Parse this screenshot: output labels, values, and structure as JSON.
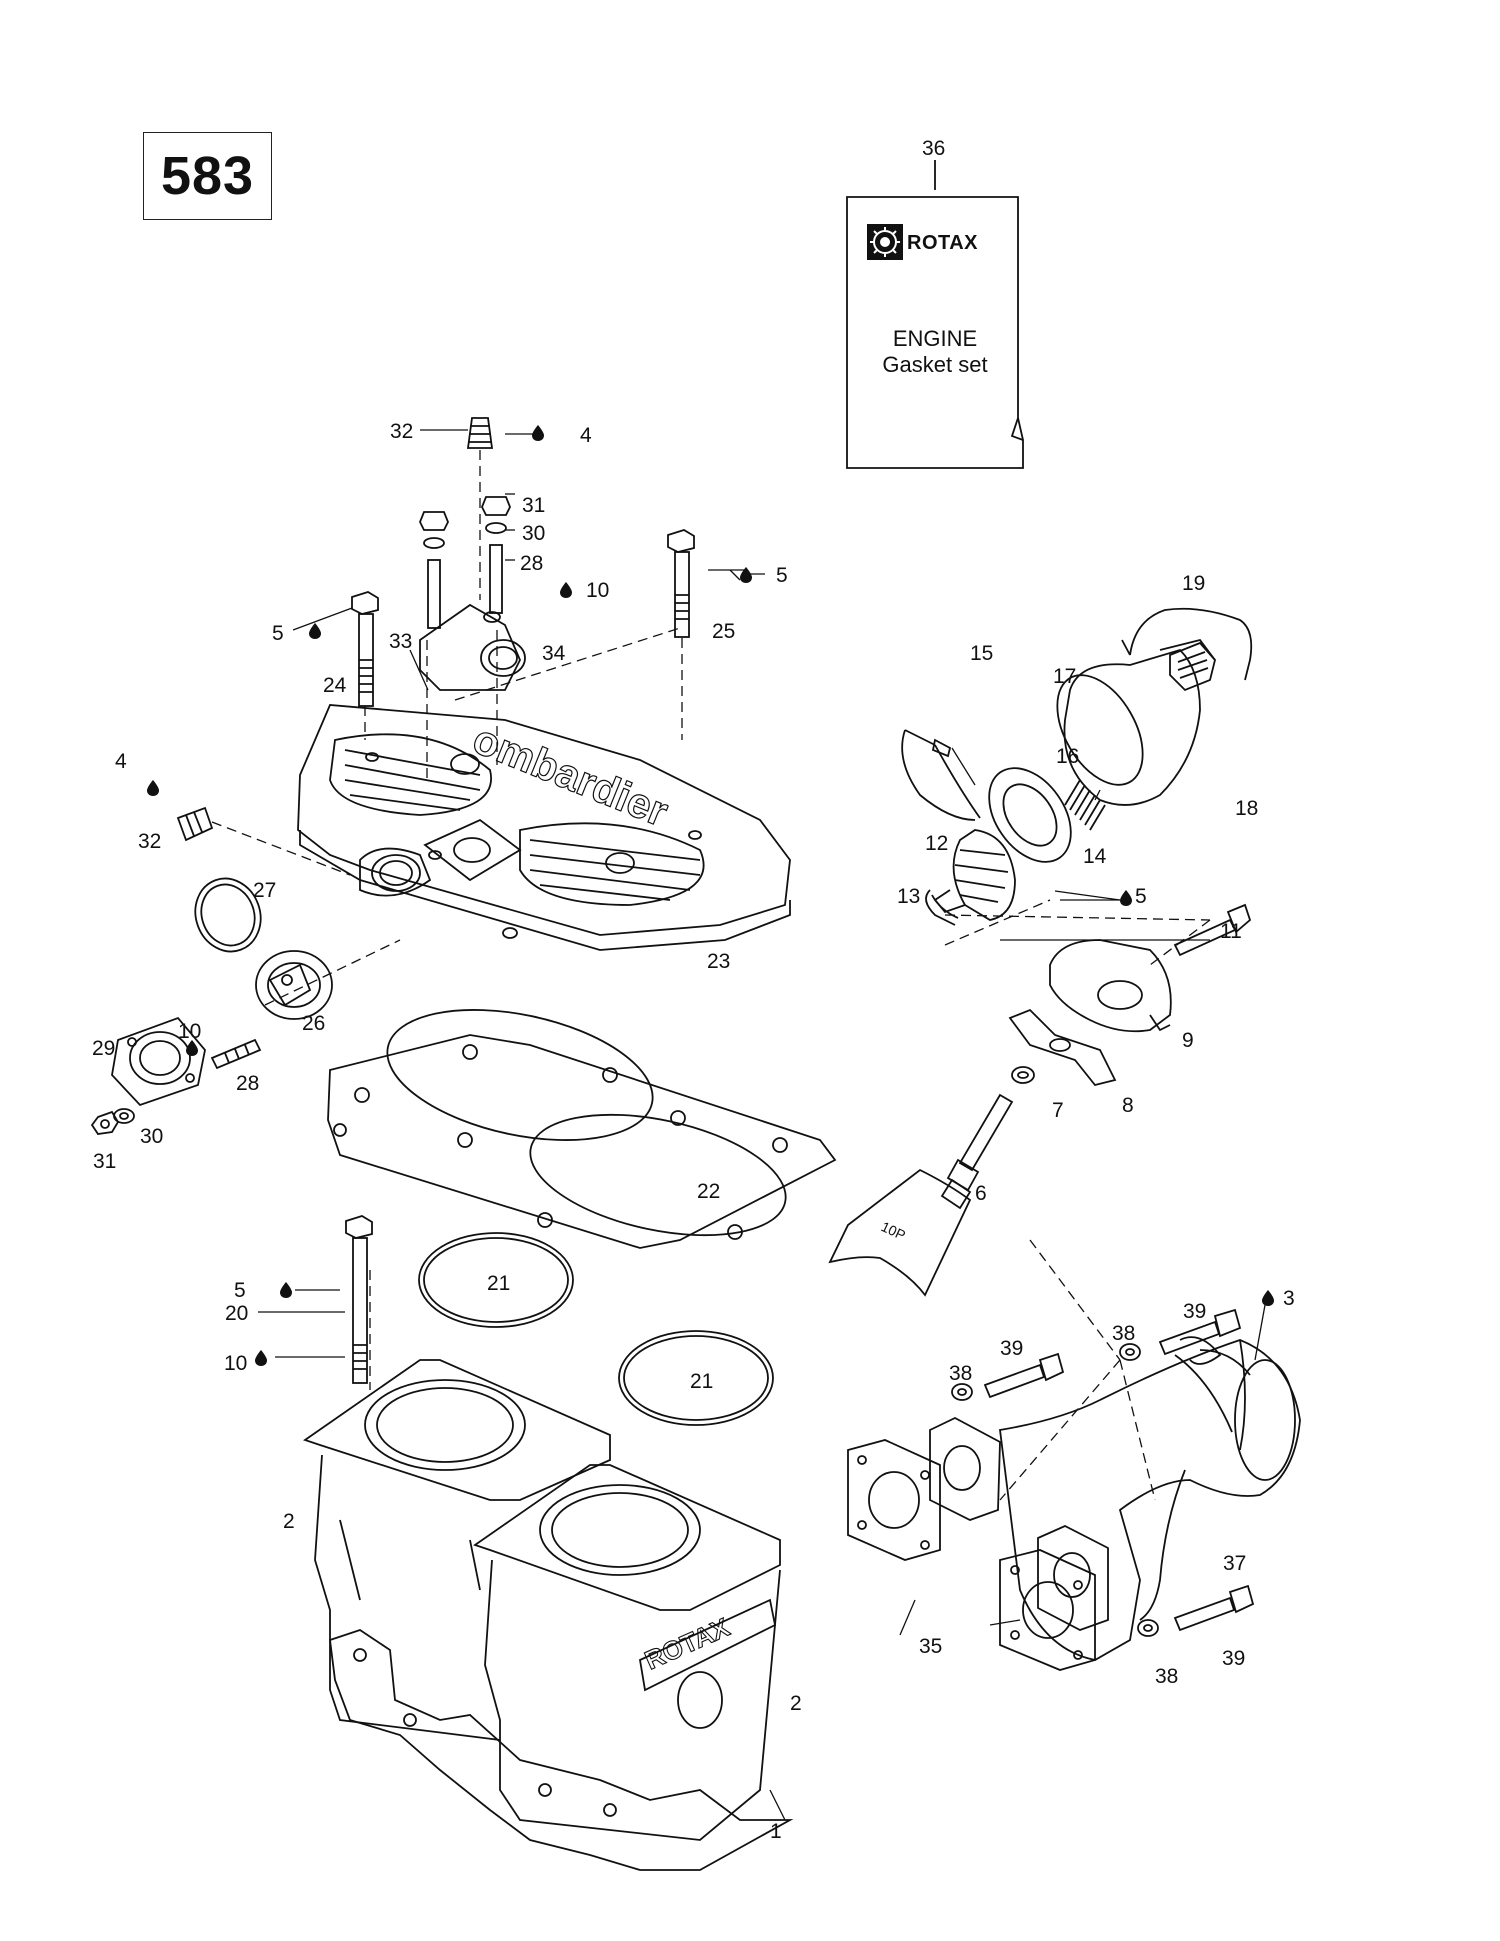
{
  "engine_label": "583",
  "booklet": {
    "brand": "ROTAX",
    "title_line1": "ENGINE",
    "title_line2": "Gasket set"
  },
  "callouts": {
    "c1": "1",
    "c2a": "2",
    "c2b": "2",
    "c3": "3",
    "c4a": "4",
    "c4b": "4",
    "c5a": "5",
    "c5b": "5",
    "c5c": "5",
    "c5d": "5",
    "c6": "6",
    "c7": "7",
    "c8": "8",
    "c9": "9",
    "c10a": "10",
    "c10b": "10",
    "c10c": "10",
    "c11": "11",
    "c12": "12",
    "c13": "13",
    "c14": "14",
    "c15": "15",
    "c16": "16",
    "c17": "17",
    "c18": "18",
    "c19": "19",
    "c20": "20",
    "c21a": "21",
    "c21b": "21",
    "c22": "22",
    "c23": "23",
    "c24": "24",
    "c25": "25",
    "c26": "26",
    "c27": "27",
    "c28a": "28",
    "c28b": "28",
    "c29": "29",
    "c30a": "30",
    "c30b": "30",
    "c31a": "31",
    "c31b": "31",
    "c32a": "32",
    "c32b": "32",
    "c33": "33",
    "c34": "34",
    "c35": "35",
    "c36": "36",
    "c37": "37",
    "c38a": "38",
    "c38b": "38",
    "c38c": "38",
    "c39a": "39",
    "c39b": "39",
    "c39c": "39"
  },
  "stamp": "10P"
}
